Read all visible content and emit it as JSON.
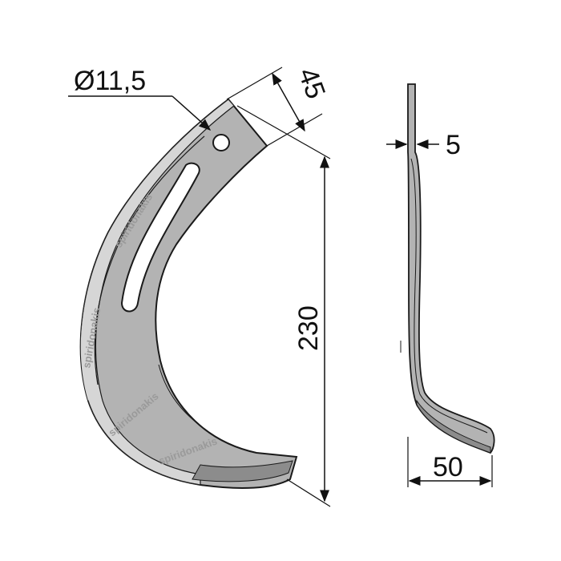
{
  "dimensions": {
    "hole_diameter": "Ø11,5",
    "tip_width": "45",
    "height": "230",
    "thickness": "5",
    "bend_offset": "50"
  },
  "watermark": "spiridonakis",
  "colors": {
    "blade_fill": "#b3b3b3",
    "blade_dark": "#8c8c8c",
    "blade_light": "#d6d6d6",
    "line": "#1a1a1a"
  }
}
